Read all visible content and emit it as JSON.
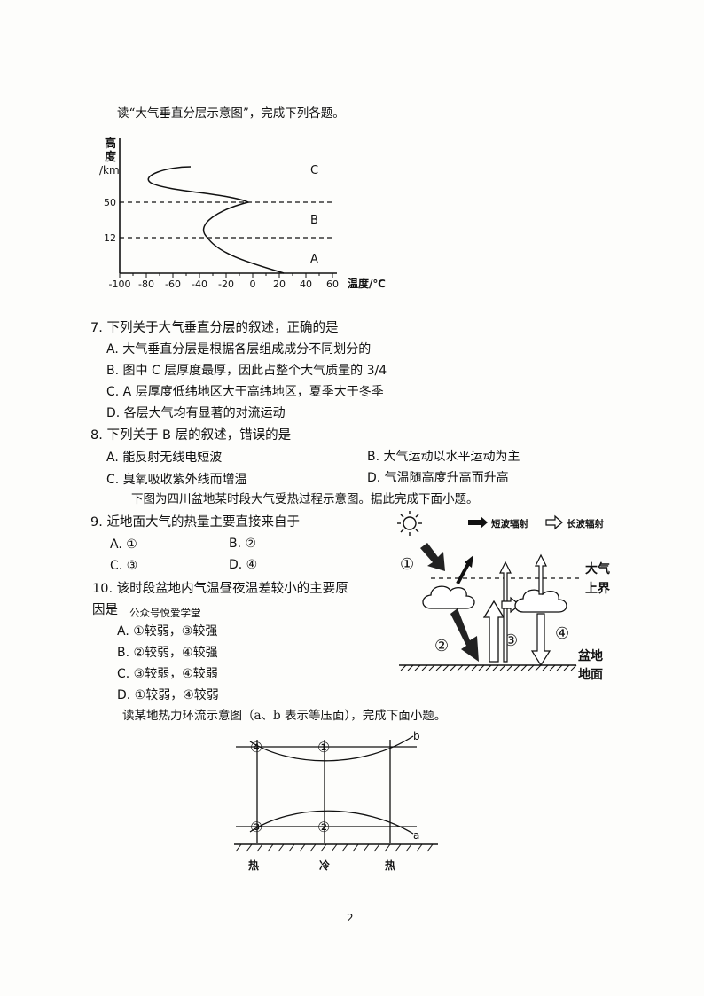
{
  "intro1": "读“大气垂直分层示意图”，完成下列各题。",
  "chart1": {
    "y_title": [
      "高",
      "度",
      "/km"
    ],
    "y_ticks": [
      "50",
      "12"
    ],
    "layers": [
      "C",
      "B",
      "A"
    ],
    "x_ticks": [
      "-100",
      "-80",
      "-60",
      "-40",
      "-20",
      "0",
      "20",
      "40",
      "60"
    ],
    "x_title": "温度/℃"
  },
  "q7": {
    "stem": "7. 下列关于大气垂直分层的叙述，正确的是",
    "a": "A. 大气垂直分层是根据各层组成成分不同划分的",
    "b": "B. 图中 C 层厚度最厚，因此占整个大气质量的 3/4",
    "c": "C. A 层厚度低纬地区大于高纬地区，夏季大于冬季",
    "d": "D. 各层大气均有显著的对流运动"
  },
  "q8": {
    "stem": "8. 下列关于 B 层的叙述，错误的是",
    "a": "A. 能反射无线电短波",
    "b": "B. 大气运动以水平运动为主",
    "c": "C. 臭氧吸收紫外线而增温",
    "d": "D. 气温随高度升高而升高"
  },
  "intro2": "下图为四川盆地某时段大气受热过程示意图。据此完成下面小题。",
  "q9": {
    "stem": "9. 近地面大气的热量主要直接来自于",
    "a": "A. ①",
    "b": "B. ②",
    "c": "C. ③",
    "d": "D. ④"
  },
  "q10": {
    "stem1": "10. 该时段盆地内气温昼夜温差较小的主要原",
    "stem2": "因是",
    "watermark": "公众号悦爱学堂",
    "a": "A. ①较弱，③较强",
    "b": "B. ②较弱，④较强",
    "c": "C. ③较弱，④较弱",
    "d": "D. ①较弱，④较弱"
  },
  "chart2": {
    "legend_short": "短波辐射",
    "legend_long": "长波辐射",
    "n1": "①",
    "n2": "②",
    "n3": "③",
    "n4": "④",
    "top1": "大气",
    "top2": "上界",
    "ground1": "盆地",
    "ground2": "地面"
  },
  "intro3": "读某地热力环流示意图（a、b 表示等压面），完成下面小题。",
  "chart3": {
    "p4": "④",
    "p1": "①",
    "p3": "③",
    "p2": "②",
    "b": "b",
    "a": "a",
    "ground": [
      "热",
      "冷",
      "热"
    ]
  },
  "page_number": "2"
}
